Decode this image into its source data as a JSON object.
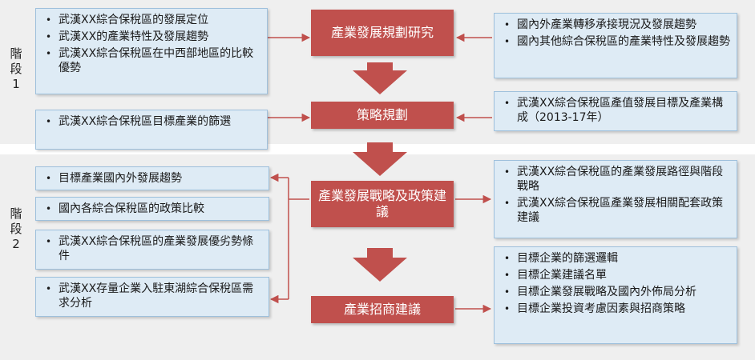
{
  "stages": [
    {
      "glyphs": [
        "階",
        "段",
        "1"
      ]
    },
    {
      "glyphs": [
        "階",
        "段",
        "2"
      ]
    }
  ],
  "left_boxes": [
    {
      "items": [
        "武漢XX綜合保稅區的發展定位",
        "武漢XX的產業特性及發展趨勢",
        "武漢XX綜合保稅區在中西部地區的比較優勢"
      ]
    },
    {
      "items": [
        "武漢XX綜合保稅區目標產業的篩選"
      ]
    },
    {
      "items": [
        "目標產業國內外發展趨勢"
      ]
    },
    {
      "items": [
        "國內各綜合保稅區的政策比較"
      ]
    },
    {
      "items": [
        "武漢XX綜合保稅區的產業發展優劣勢條件"
      ]
    },
    {
      "items": [
        "武漢XX存量企業入駐東湖綜合保稅區需求分析"
      ]
    }
  ],
  "center_boxes": [
    {
      "label": "產業發展規劃研究"
    },
    {
      "label": "策略規劃"
    },
    {
      "label": "產業發展戰略及政策建議"
    },
    {
      "label": "產業招商建議"
    }
  ],
  "right_boxes": [
    {
      "items": [
        "國內外產業轉移承接現況及發展趨勢",
        "國內其他綜合保稅區的產業特性及發展趨勢"
      ]
    },
    {
      "items": [
        "武漢XX綜合保稅區產值發展目標及產業構成（2013-17年）"
      ]
    },
    {
      "items": [
        "武漢XX綜合保稅區的產業發展路徑與階段戰略",
        "武漢XX綜合保稅區產業發展相關配套政策建議"
      ]
    },
    {
      "items": [
        "目標企業的篩選邏輯",
        "目標企業建議名單",
        "目標企業發展戰略及國內外佈局分析",
        "目標企業投資考慮因素與招商策略"
      ]
    }
  ],
  "colors": {
    "band": "#efefef",
    "box_fill": "#deebf5",
    "box_border": "#9ec0dc",
    "accent_red": "#c0504d",
    "arrow_line": "#c0504d"
  }
}
